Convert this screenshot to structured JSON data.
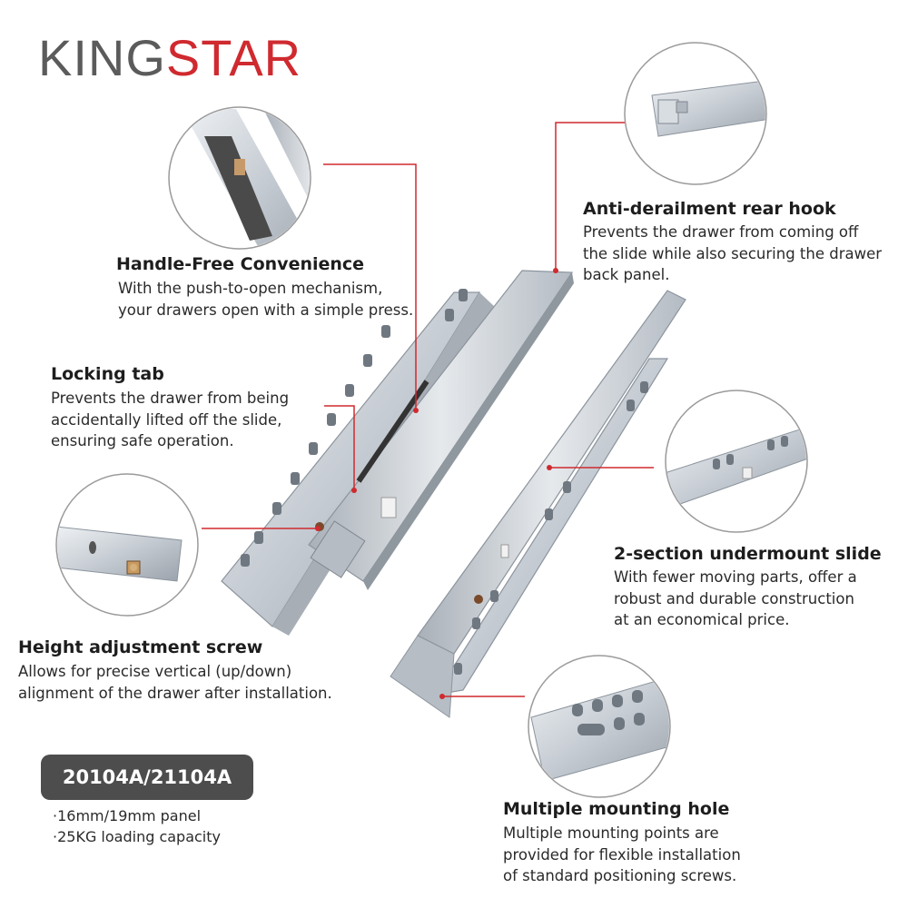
{
  "brand": {
    "part1": "KING",
    "part2": "STAR"
  },
  "features": {
    "handle_free": {
      "title": "Handle-Free Convenience",
      "lines": [
        "With the push-to-open mechanism,",
        "your drawers open with a simple press."
      ]
    },
    "locking_tab": {
      "title": "Locking tab",
      "lines": [
        "Prevents the drawer from being",
        "accidentally lifted off the slide,",
        "ensuring safe operation."
      ]
    },
    "height_adjust": {
      "title": "Height adjustment screw",
      "lines": [
        "Allows for precise vertical (up/down)",
        "alignment of the drawer after installation."
      ]
    },
    "rear_hook": {
      "title": "Anti-derailment rear hook",
      "lines": [
        "Prevents the drawer from coming off",
        "the slide while also securing the drawer",
        "back panel."
      ]
    },
    "undermount": {
      "title": "2-section undermount slide",
      "lines": [
        "With fewer moving parts, offer a",
        "robust and durable construction",
        "at an economical price."
      ]
    },
    "mounting_hole": {
      "title": "Multiple mounting hole",
      "lines": [
        "Multiple mounting points are",
        "provided for flexible installation",
        "of standard positioning screws."
      ]
    }
  },
  "model": "20104A/21104A",
  "specs": [
    "·16mm/19mm panel",
    "·25KG loading capacity"
  ],
  "colors": {
    "accent": "#cf2a2f",
    "logo_gray": "#5b5b5b",
    "badge": "#4d4d4d",
    "metal": "#c9ced4"
  }
}
